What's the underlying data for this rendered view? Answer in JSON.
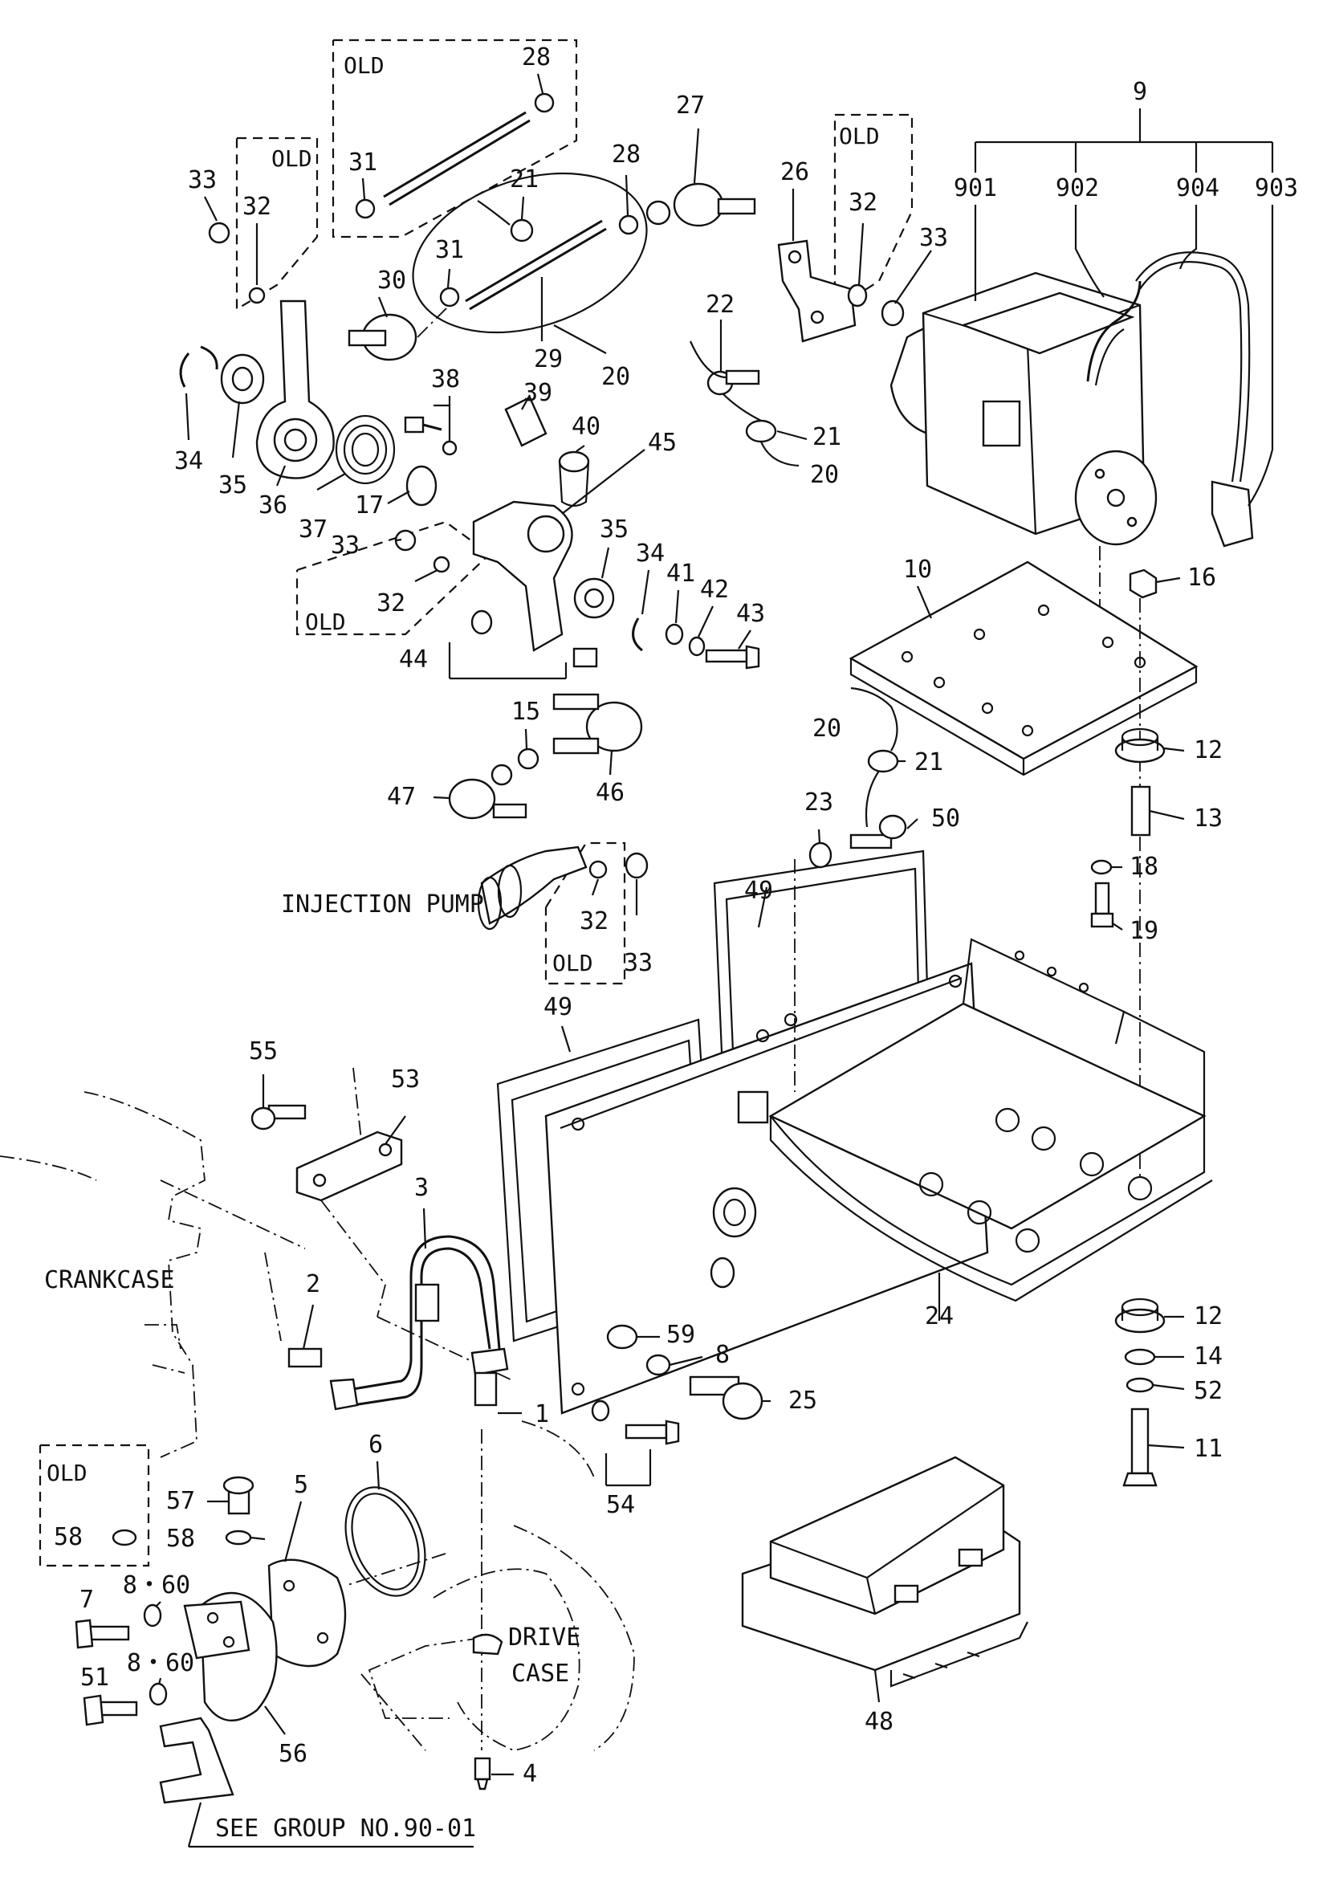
{
  "texts": {
    "old": "OLD",
    "injection_pump": "INJECTION PUMP",
    "crankcase": "CRANKCASE",
    "drive": "DRIVE",
    "case": "CASE",
    "see_group": "SEE GROUP NO.90-01"
  },
  "callouts": {
    "c1": "1",
    "c2": "2",
    "c3": "3",
    "c4": "4",
    "c5": "5",
    "c6": "6",
    "c7": "7",
    "c8": "8",
    "c8_60a": "8・60",
    "c8_60b": "8・60",
    "c9": "9",
    "c901": "901",
    "c902": "902",
    "c903": "903",
    "c904": "904",
    "c10": "10",
    "c11": "11",
    "c12a": "12",
    "c12b": "12",
    "c13": "13",
    "c14": "14",
    "c15": "15",
    "c16": "16",
    "c17": "17",
    "c18": "18",
    "c19": "19",
    "c20a": "20",
    "c20b": "20",
    "c20c": "20",
    "c21a": "21",
    "c21b": "21",
    "c21c": "21",
    "c22": "22",
    "c23": "23",
    "c24": "24",
    "c25": "25",
    "c26": "26",
    "c27": "27",
    "c28a": "28",
    "c28b": "28",
    "c29": "29",
    "c30": "30",
    "c31a": "31",
    "c31b": "31",
    "c32a": "32",
    "c32b": "32",
    "c32c": "32",
    "c32d": "32",
    "c33a": "33",
    "c33b": "33",
    "c33c": "33",
    "c33d": "33",
    "c34a": "34",
    "c34b": "34",
    "c35a": "35",
    "c35b": "35",
    "c36": "36",
    "c37": "37",
    "c38": "38",
    "c39": "39",
    "c40": "40",
    "c41": "41",
    "c42": "42",
    "c43": "43",
    "c44": "44",
    "c45": "45",
    "c46": "46",
    "c47": "47",
    "c48": "48",
    "c49a": "49",
    "c49b": "49",
    "c50": "50",
    "c51": "51",
    "c52": "52",
    "c53": "53",
    "c54": "54",
    "c55": "55",
    "c56": "56",
    "c57": "57",
    "c58a": "58",
    "c58b": "58",
    "c59": "59"
  }
}
